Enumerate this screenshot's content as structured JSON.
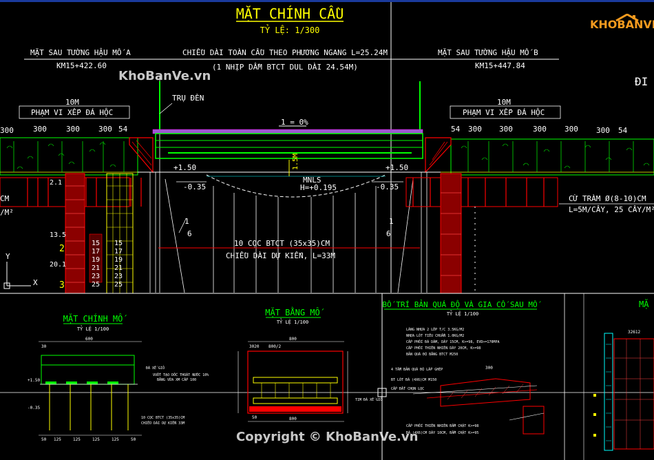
{
  "main": {
    "title": "MẶT CHÍNH CẦU",
    "scale": "TỶ LỆ: 1/300",
    "left_abutment": "MẶT SAU TƯỜNG HẬU MỐ A",
    "left_km": "KM15+422.60",
    "right_abutment": "MẶT SAU TƯỜNG HẬU MỐ B",
    "right_km": "KM15+447.84",
    "length": "CHIỀU DÀI TOÀN CẦU THEO PHƯƠNG NGANG L=25.24M",
    "span": "(1 NHỊP DẦM BTCT DUL DÀI 24.54M)",
    "lamp": "TRỤ ĐÈN",
    "width_10m": "10M",
    "rock_range": "PHẠM VI XẾP ĐÁ HỘC",
    "d300": "300",
    "d54": "54",
    "slope": "1 = 0%",
    "elev_p150": "+1.50",
    "elev_m035": "-0.35",
    "mnls": "MNLS",
    "h_level": "H=+0.195",
    "h15": "1.5M",
    "ratio_1": "1",
    "ratio_6": "6",
    "piles": "10 CỌC BTCT (35x35)CM",
    "pile_len": "CHIỀU DÀI DỰ KIẾN, L=33M",
    "melaleuca": "CỪ TRÀM Ø(8-10)CM",
    "melaleuca2": "L=5M/CÂY, 25 CÂY/M²",
    "cm": "CM",
    "m2": "/M²",
    "side_label": "ĐI",
    "layer_21": "2.1",
    "layer_135": "13.5",
    "layer_201": "20.1",
    "layer_num_2": "2",
    "layer_num_3": "3",
    "depths": [
      "15",
      "17",
      "19",
      "21",
      "23",
      "25"
    ],
    "axis_y": "Y",
    "axis_x": "X"
  },
  "detail1": {
    "title": "MẶT CHÍNH MỐ",
    "scale": "TỶ LỆ 1/100",
    "d600": "600",
    "d30": "30",
    "note1": "ĐÁ XẾ GIỎ",
    "note2": "VUỐT TẠO DỐC THOÁT NƯỚC 10%",
    "note3": "BẰNG VỮA XM CẤP 100",
    "pile_note": "10 CỌC BTCT (35x35)CM",
    "pile_note2": "CHIỀU DÀI DỰ KIẾN 33M",
    "dims": [
      "50",
      "125",
      "125",
      "125",
      "125",
      "50"
    ],
    "e1": "+1.50",
    "e2": "-0.35"
  },
  "detail2": {
    "title": "MẶT BẰNG MỐ",
    "scale": "TỶ LỆ 1/100",
    "d800": "800",
    "d800_2": "800/2",
    "d3020": "3020",
    "d50": "50",
    "note": "TIM ĐÁ XẾ GIỎ"
  },
  "detail3": {
    "title": "BỐ TRÍ BẢN QUÁ ĐỘ VÀ GIA CỐ SAU MỐ",
    "scale": "TỶ LỆ 1/100",
    "notes": [
      "LÁNG NHỰA 2 LỚP T/C 3.5KG/M2",
      "NHỰA LÓT TIÊU CHUẨN 1.0KG/M2",
      "CẤP PHỐI ĐÁ DĂM, DÀY 15CM, K>=98, EVD>=170MPA",
      "CẤP PHỐI THIÊN NHIÊN DÀY 20CM, K>=98",
      "BẢN QUÁ ĐỘ BẰNG BTCT M250"
    ],
    "label_a": "4 TẤM BẢN QUÁ ĐỘ LẮP GHÉP",
    "label_b": "BT LÓT ĐÁ (4X6)CM M150",
    "label_c": "CẤP ĐẤT CHỌN LỌC",
    "label_d": "CẤP PHỐI THIÊN NHIÊN ĐẦM CHẶT K>=98",
    "label_e": "ĐÁ (4X6)CM DÀY 10CM, ĐẦM CHẶT K>=95",
    "d300": "300"
  },
  "detail4": {
    "title": "MẶ",
    "note": "32612"
  },
  "watermark": {
    "top": "KhoBanVe.vn",
    "bottom": "Copyright © KhoBanVe.vn",
    "logo": "KHOBANVE"
  },
  "colors": {
    "yellow": "#ffff00",
    "green": "#00ff00",
    "red": "#ff0000",
    "cyan": "#00ffff",
    "magenta": "#ff00ff",
    "white": "#ffffff",
    "logo": "#f39a1e"
  }
}
